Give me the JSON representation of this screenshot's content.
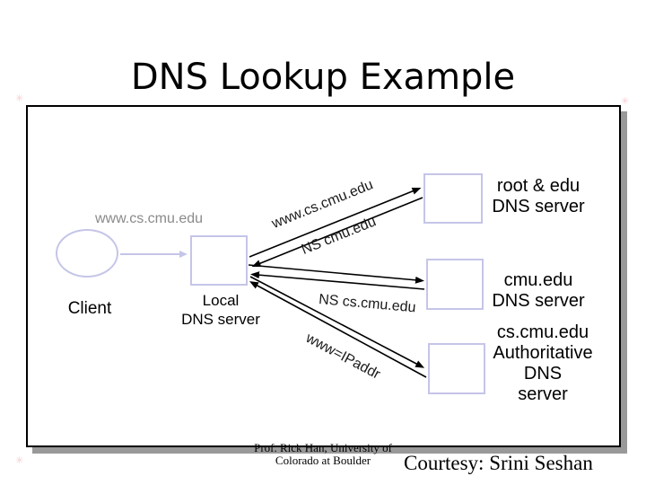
{
  "slide": {
    "title": "DNS Lookup Example",
    "footer": {
      "credit_line1": "Prof. Rick Han, University of",
      "credit_line2": "Colorado at Boulder",
      "courtesy": "Courtesy: Srini Seshan"
    }
  },
  "diagram": {
    "client": {
      "label": "Client"
    },
    "local_dns": {
      "label_line1": "Local",
      "label_line2": "DNS server"
    },
    "request_label": "www.cs.cmu.edu",
    "arrow_labels": {
      "query_to_root": "www.cs.cmu.edu",
      "reply_from_root": "NS cmu.edu",
      "reply_from_cmu": "NS cs.cmu.edu",
      "reply_from_auth": "www=IPaddr"
    },
    "servers": {
      "root": {
        "line1": "root & edu",
        "line2": "DNS server"
      },
      "cmu": {
        "line1": "cmu.edu",
        "line2": "DNS server"
      },
      "auth": {
        "line1": "cs.cmu.edu",
        "line2": "Authoritative",
        "line3": "DNS",
        "line4": "server"
      }
    },
    "colors": {
      "node_border": "#c5c5e8",
      "arrow_black": "#000000",
      "request_label_gray": "#8a8a8a",
      "box_shadow_gray": "#999999",
      "sparkle_pink": "#f2a5af"
    }
  },
  "icons": {
    "sparkle": "✳"
  }
}
